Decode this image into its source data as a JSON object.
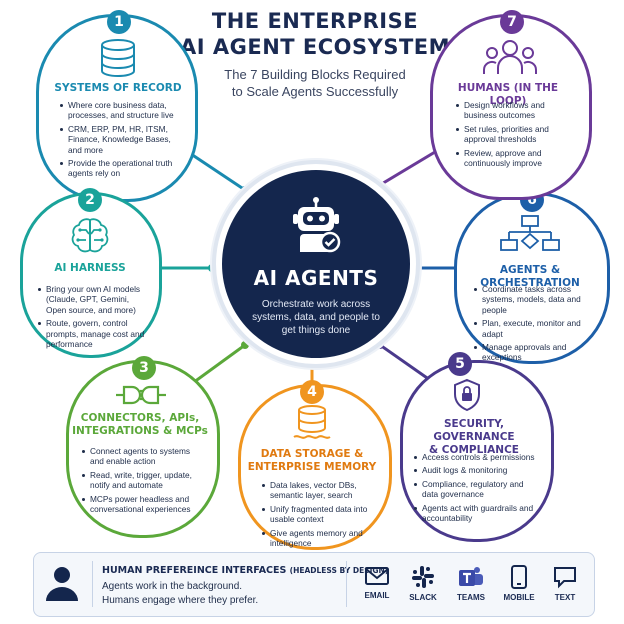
{
  "header": {
    "title_line1": "THE ENTERPRISE",
    "title_line2": "AI AGENT ECOSYSTEM",
    "subtitle_line1": "The 7 Building Blocks Required",
    "subtitle_line2": "to Scale Agents Successfully"
  },
  "center": {
    "title": "AI AGENTS",
    "description": "Orchestrate work across systems, data, and people to get things done"
  },
  "blocks": [
    {
      "number": "1",
      "title": "SYSTEMS OF RECORD",
      "color": "#1a8ab0",
      "bullets": [
        "Where core business data, processes, and structure live",
        "CRM, ERP, PM, HR, ITSM, Finance, Knowledge Bases, and more",
        "Provide the operational truth agents rely on"
      ]
    },
    {
      "number": "2",
      "title": "AI HARNESS",
      "color": "#1aa39a",
      "bullets": [
        "Bring your own AI models (Claude, GPT, Gemini, Open source, and more)",
        "Route, govern, control prompts, manage cost and performance"
      ]
    },
    {
      "number": "3",
      "title_line1": "CONNECTORS, APIs,",
      "title_line2": "INTEGRATIONS & MCPs",
      "color": "#5ba83a",
      "bullets": [
        "Connect agents to systems and enable action",
        "Read, write, trigger, update, notify and automate",
        "MCPs power headless and conversational experiences"
      ]
    },
    {
      "number": "4",
      "title_line1": "DATA STORAGE &",
      "title_line2": "ENTERPRISE MEMORY",
      "color": "#f0951f",
      "bullets": [
        "Data lakes, vector DBs, semantic layer, search",
        "Unify fragmented data into usable context",
        "Give agents memory and intelligence"
      ]
    },
    {
      "number": "5",
      "title_line1": "SECURITY, GOVERNANCE",
      "title_line2": "& COMPLIANCE",
      "color": "#4a3a8c",
      "bullets": [
        "Access controls & permissions",
        "Audit logs & monitoring",
        "Compliance, regulatory and data governance",
        "Agents act with guardrails and accountability"
      ]
    },
    {
      "number": "6",
      "title": "AGENTS & ORCHESTRATION",
      "color": "#1d5fa8",
      "bullets": [
        "Coordinate tasks across systems, models, data and people",
        "Plan, execute, monitor and adapt",
        "Manage approvals and exceptions"
      ]
    },
    {
      "number": "7",
      "title": "HUMANS (IN THE LOOP)",
      "color": "#6a3a98",
      "bullets": [
        "Design workflows and business outcomes",
        "Set rules, priorities and approval thresholds",
        "Review, approve and continuously improve"
      ]
    }
  ],
  "footer": {
    "title": "HUMAN PREFEREINCE INTERFACES",
    "title_note": "(HEADLESS BY DESIGN)",
    "line1": "Agents work in the background.",
    "line2": "Humans engage where they prefer.",
    "channels": [
      "EMAIL",
      "SLACK",
      "TEAMS",
      "MOBILE",
      "TEXT"
    ]
  }
}
